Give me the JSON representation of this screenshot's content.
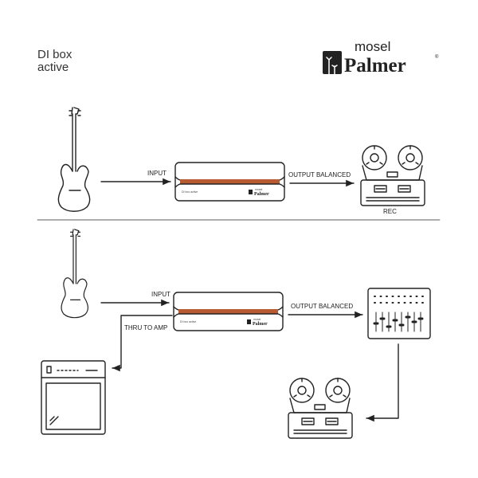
{
  "title": {
    "line1": "DI box",
    "line2": "active"
  },
  "logo": {
    "small": "mosel",
    "brand": "Palmer",
    "mark": "®"
  },
  "diagram1": {
    "input_label": "INPUT",
    "output_label": "OUTPUT BALANCED",
    "recorder_label": "REC",
    "device": {
      "small_text": "DI box active",
      "brand_small": "mosel",
      "brand": "Palmer"
    }
  },
  "diagram2": {
    "input_label": "INPUT",
    "output_label": "OUTPUT BALANCED",
    "thru_label": "THRU TO AMP",
    "device": {
      "small_text": "DI box active",
      "brand_small": "mosel",
      "brand": "Palmer"
    }
  },
  "colors": {
    "line": "#222222",
    "accent_band": "#b85a32"
  }
}
